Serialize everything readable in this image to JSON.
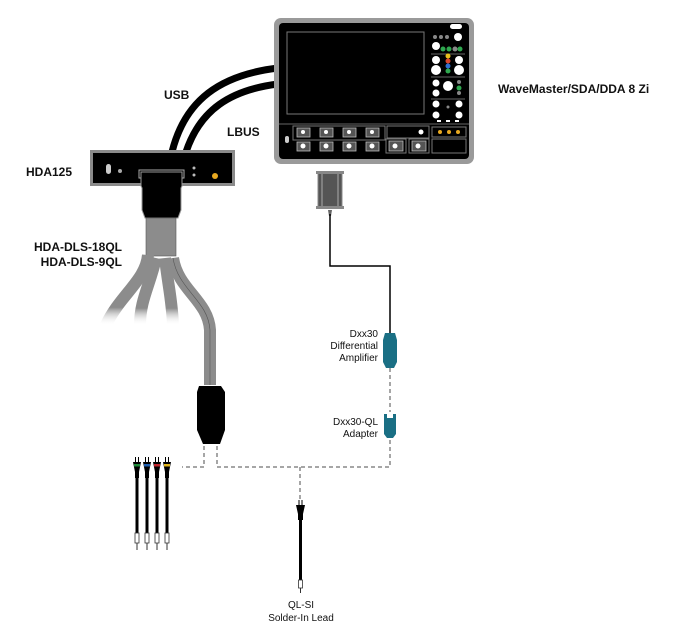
{
  "title": "HDA125 with HDA-DLS-QL Lead Connection Diagram",
  "labels": {
    "oscilloscope": "WaveMaster/SDA/DDA 8 Zi",
    "usb": "USB",
    "lbus": "LBUS",
    "hda125": "HDA125",
    "dls18": "HDA-DLS-18QL",
    "dls9": "HDA-DLS-9QL",
    "amp_line1": "Dxx30",
    "amp_line2": "Differential",
    "amp_line3": "Amplifier",
    "adapter_line1": "Dxx30-QL",
    "adapter_line2": "Adapter",
    "solder_line1": "QL-SI",
    "solder_line2": "Solder-In Lead"
  },
  "colors": {
    "device_body": "#000000",
    "device_frame": "#8a8a8a",
    "cable_gray": "#8c8c8c",
    "teal": "#1a6f84",
    "lead_green": "#1f8a3a",
    "lead_blue": "#1f5fb0",
    "lead_red": "#c0262d",
    "lead_yellow": "#e0b41c",
    "dashed": "#888888",
    "indicator_orange": "#e8a921"
  },
  "leads": [
    {
      "color": "green"
    },
    {
      "color": "blue"
    },
    {
      "color": "red"
    },
    {
      "color": "yellow"
    }
  ]
}
